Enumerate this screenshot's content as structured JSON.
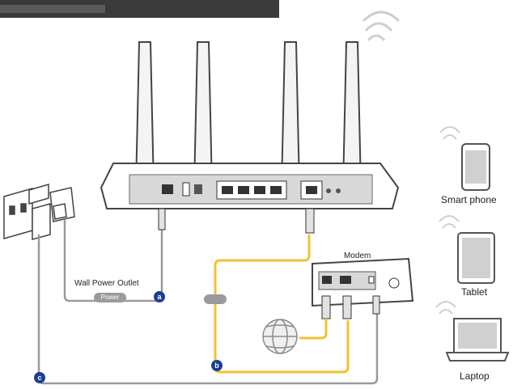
{
  "labels": {
    "smart_phone": "Smart phone",
    "tablet": "Tablet",
    "laptop": "Laptop",
    "modem": "Modem",
    "wall_outlet": "Wall Power Outlet"
  },
  "markers": {
    "a": "a",
    "b": "b",
    "c": "c"
  },
  "tags": {
    "power": "Power",
    "wan": ""
  },
  "colors": {
    "ethernet_cable": "#f2c230",
    "power_cable": "#9a9a9a",
    "marker": "#1c3f91",
    "device_outline": "#444444"
  },
  "icons": [
    "router",
    "antenna",
    "wifi-icon",
    "smartphone-icon",
    "tablet-icon",
    "laptop-icon",
    "modem",
    "globe-icon",
    "power-adapter",
    "wall-outlet"
  ]
}
